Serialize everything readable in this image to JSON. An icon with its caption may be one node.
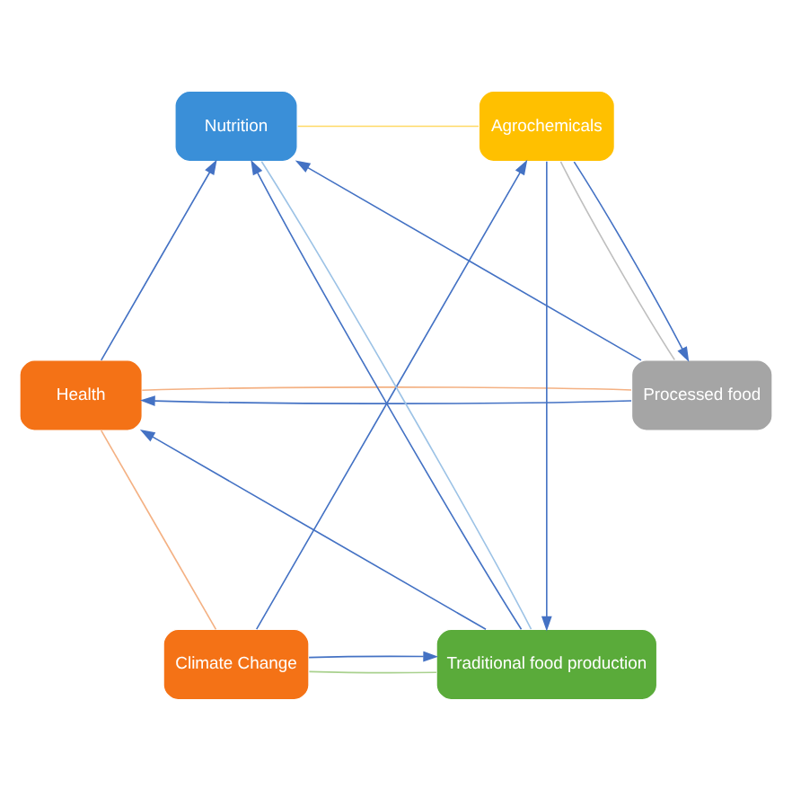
{
  "diagram": {
    "nodes": [
      {
        "text": [
          "Health"
        ]
      },
      {
        "text": [
          "Climate Change"
        ]
      },
      {
        "text": [
          "Processed food"
        ]
      },
      {
        "text": [
          "Traditional food production"
        ]
      },
      {
        "text": [
          "Agrochemicals"
        ]
      },
      {
        "text": [
          "Nutrition"
        ]
      }
    ],
    "edges": [
      {
        "from": 0,
        "to": 2,
        "arrow": "none",
        "color": "#f4b183"
      },
      {
        "from": 2,
        "to": 4,
        "arrow": "none",
        "color": "#bfbfbf"
      },
      {
        "from": 4,
        "to": 5,
        "arrow": "none",
        "color": "#ffd966"
      },
      {
        "from": 5,
        "to": 3,
        "arrow": "none",
        "color": "#9dc3e6"
      },
      {
        "from": 3,
        "to": 1,
        "arrow": "none",
        "color": "#a9d18e"
      },
      {
        "from": 1,
        "to": 0,
        "arrow": "none",
        "color": "#f4b183"
      },
      {
        "from": 3,
        "to": 0,
        "arrow": "to"
      },
      {
        "from": 0,
        "to": 5,
        "arrow": "to"
      },
      {
        "from": 2,
        "to": 0,
        "arrow": "to"
      },
      {
        "from": 2,
        "to": 5,
        "arrow": "to"
      },
      {
        "from": 1,
        "to": 4,
        "arrow": "to"
      },
      {
        "from": 1,
        "to": 3,
        "arrow": "to"
      },
      {
        "from": 3,
        "to": 5,
        "arrow": "to"
      },
      {
        "from": 4,
        "to": 3,
        "arrow": "to"
      },
      {
        "from": 4,
        "to": 2,
        "arrow": "to"
      }
    ]
  }
}
